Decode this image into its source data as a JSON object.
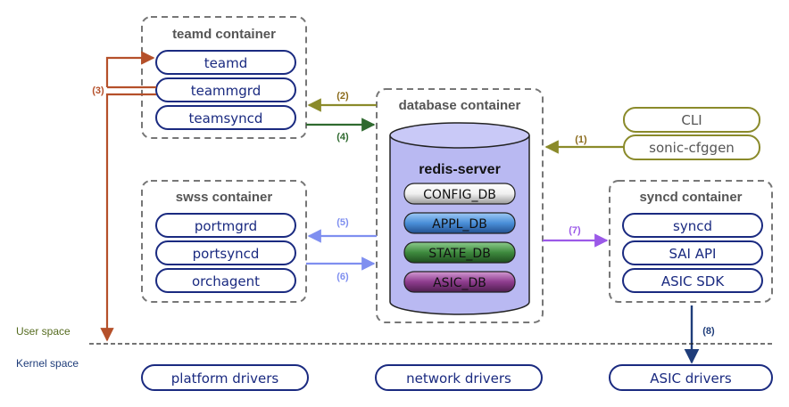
{
  "containers": {
    "teamd": {
      "title": "teamd container",
      "items": [
        "teamd",
        "teammgrd",
        "teamsyncd"
      ]
    },
    "swss": {
      "title": "swss container",
      "items": [
        "portmgrd",
        "portsyncd",
        "orchagent"
      ]
    },
    "database": {
      "title": "database container",
      "server": "redis-server",
      "dbs": [
        "CONFIG_DB",
        "APPL_DB",
        "STATE_DB",
        "ASIC_DB"
      ]
    },
    "syncd": {
      "title": "syncd container",
      "items": [
        "syncd",
        "SAI API",
        "ASIC SDK"
      ]
    }
  },
  "tools": [
    "CLI",
    "sonic-cfggen"
  ],
  "drivers": [
    "platform drivers",
    "network drivers",
    "ASIC drivers"
  ],
  "spaces": {
    "user": "User space",
    "kernel": "Kernel space"
  },
  "arrows": [
    "(1)",
    "(2)",
    "(3)",
    "(4)",
    "(5)",
    "(6)",
    "(7)",
    "(8)"
  ],
  "colors": {
    "navy": "#1a2a80",
    "olive": "#8a8a2a",
    "rust": "#b5502a",
    "darkgreen": "#2f6a2f",
    "lightblue": "#7f8ff0",
    "purple": "#9b59e8",
    "dbnavy": "#1f3d7a",
    "cylinder": "#b9b9f2",
    "config": "#f2f2f2",
    "appl": "#4a8fd8",
    "state": "#3e8a3e",
    "asic": "#8e3c8e"
  }
}
